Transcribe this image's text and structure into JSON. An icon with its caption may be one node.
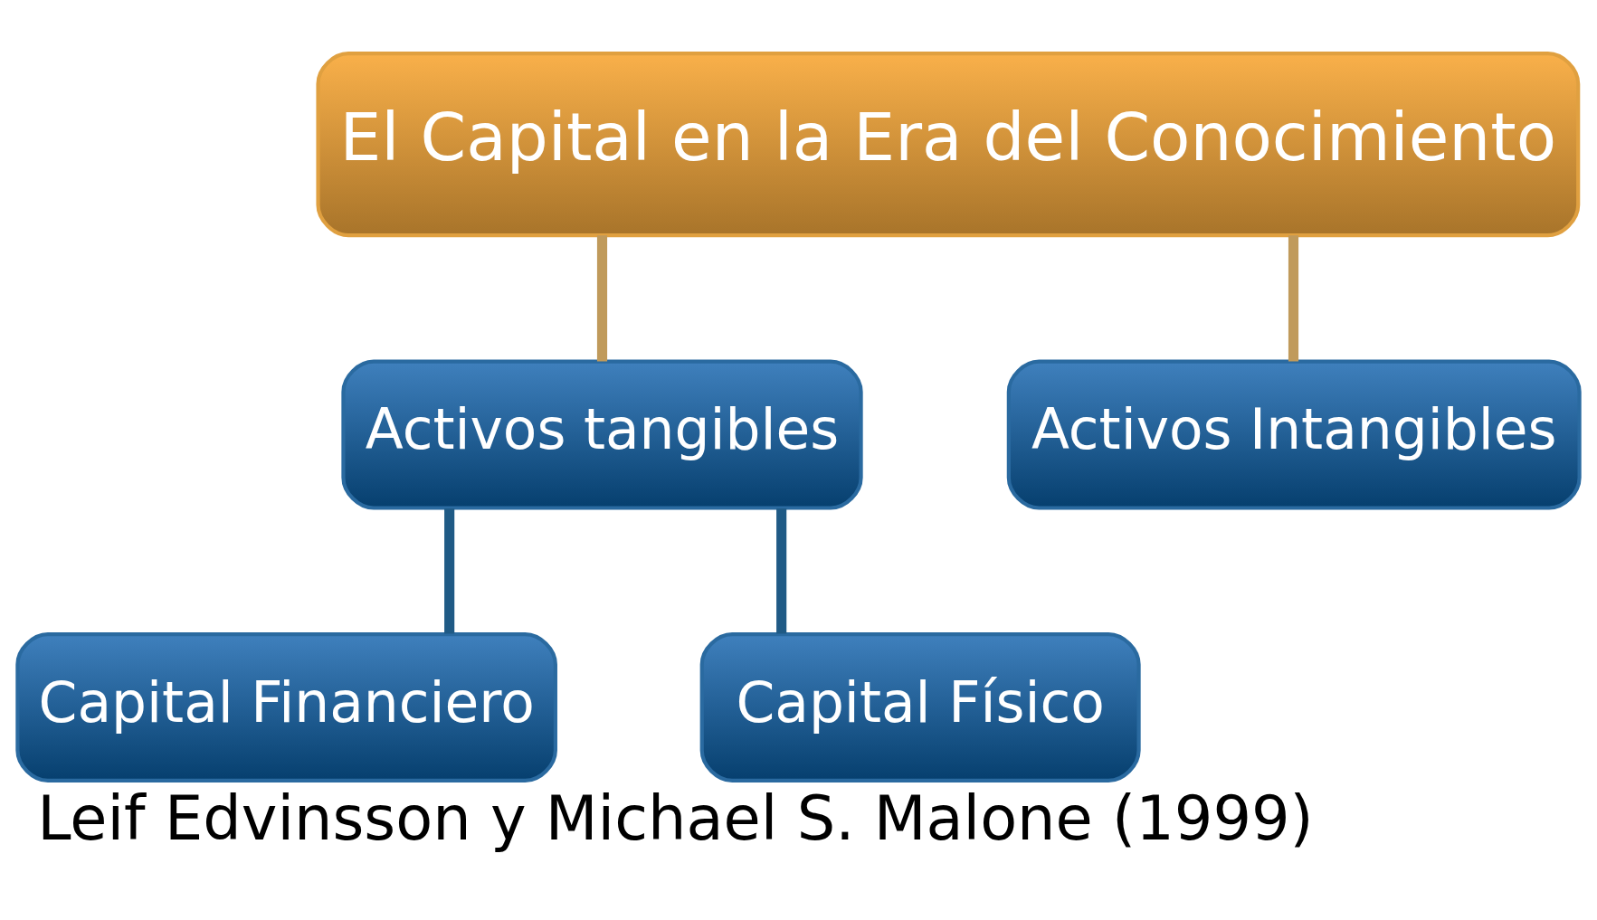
{
  "diagram": {
    "caption": "Leif Edvinsson y Michael S. Malone (1999)",
    "nodes": [
      {
        "text": [
          "El Capital en la Era del Conocimiento"
        ]
      },
      {
        "text": [
          "Activos tangibles"
        ]
      },
      {
        "text": [
          "Activos Intangibles"
        ]
      },
      {
        "text": [
          "Capital Financiero"
        ]
      },
      {
        "text": [
          "Capital Físico"
        ]
      }
    ],
    "edges": [
      {
        "from": 0,
        "to": 1,
        "arrow": "none",
        "color": "#c09a5b"
      },
      {
        "from": 0,
        "to": 2,
        "arrow": "none",
        "color": "#c09a5b"
      },
      {
        "from": 1,
        "to": 3,
        "arrow": "none",
        "color": "#1f5a85"
      },
      {
        "from": 1,
        "to": 4,
        "arrow": "none",
        "color": "#1f5a85"
      }
    ]
  }
}
